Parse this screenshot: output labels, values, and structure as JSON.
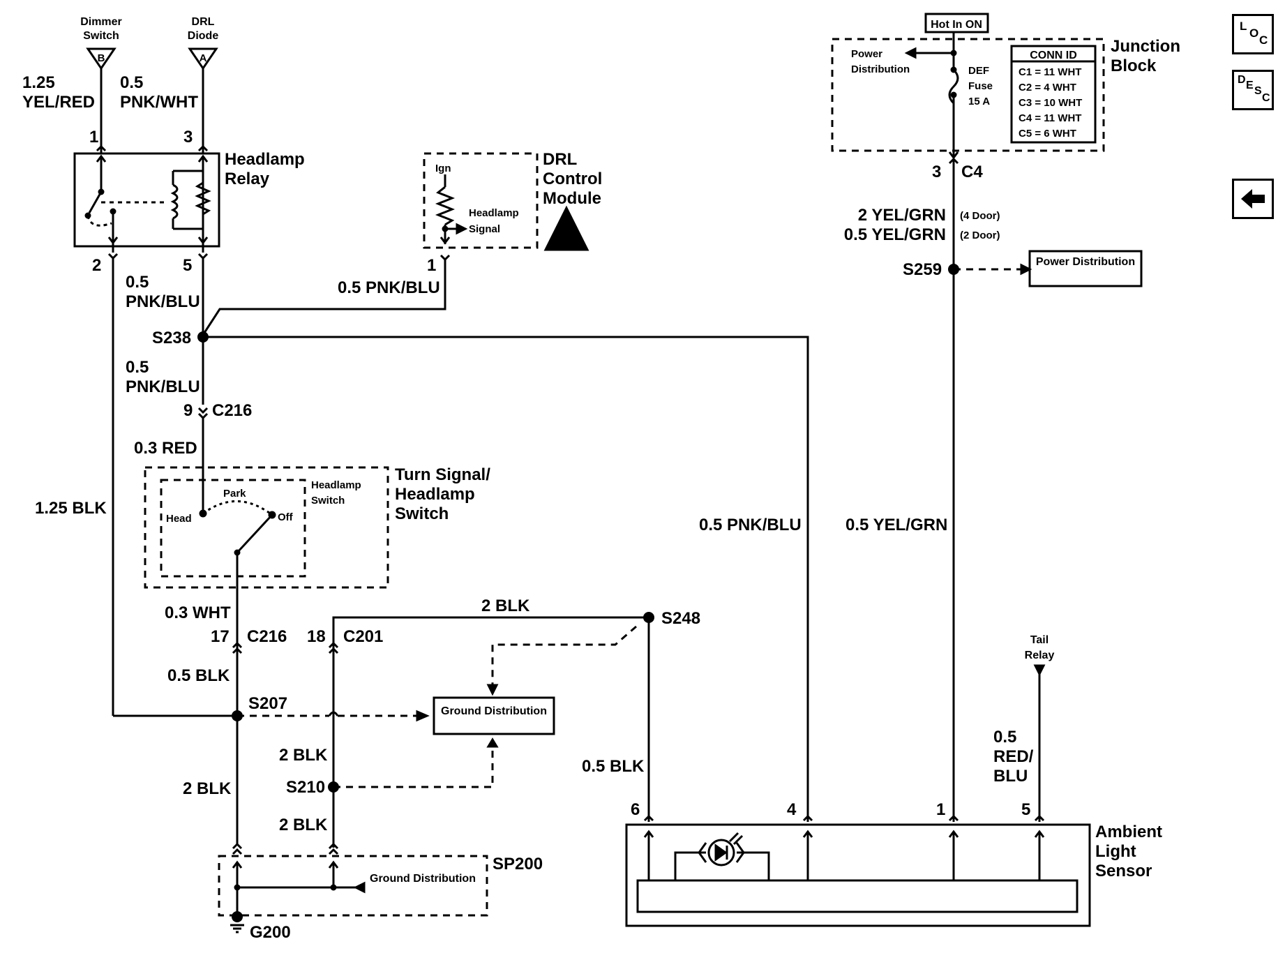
{
  "nav": {
    "loc_l": "L",
    "loc_o": "O",
    "loc_c": "C",
    "desc_d": "D",
    "desc_e": "E",
    "desc_s": "S",
    "desc_c": "C",
    "back_icon": "back-arrow-icon"
  },
  "inputs": {
    "dimmer_switch": "Dimmer Switch",
    "dimmer_pin": "B",
    "drl_diode": "DRL Diode",
    "drl_diode_pin": "A",
    "hot_in_on": "Hot In ON"
  },
  "wires": {
    "w1": "1.25",
    "w1c": "YEL/RED",
    "w2": "0.5",
    "w2c": "PNK/WHT",
    "w3": "0.5",
    "w3c": "PNK/BLU",
    "w4": "0.5 PNK/BLU",
    "w5": "0.5",
    "w5c": "PNK/BLU",
    "w6": "0.3 RED",
    "w7": "1.25 BLK",
    "w8": "0.3 WHT",
    "w9": "0.5 BLK",
    "w10": "2 BLK",
    "w11": "2 BLK",
    "w12": "2 BLK",
    "w13": "2 BLK",
    "w14": "0.5 BLK",
    "w15": "0.5 PNK/BLU",
    "w16": "0.5 YEL/GRN",
    "w17": "2 YEL/GRN",
    "w17n": "(4 Door)",
    "w18": "0.5 YEL/GRN",
    "w18n": "(2 Door)",
    "w19": "0.5",
    "w19a": "RED/",
    "w19b": "BLU"
  },
  "pins": {
    "p1": "1",
    "p3": "3",
    "p2": "2",
    "p5": "5",
    "p_drl1": "1",
    "p9": "9",
    "c216a": "C216",
    "p17": "17",
    "c216b": "C216",
    "p18": "18",
    "c201": "C201",
    "p_c4": "3",
    "c4": "C4",
    "s6": "6",
    "s4": "4",
    "s1": "1",
    "s5": "5"
  },
  "splices": {
    "s238": "S238",
    "s207": "S207",
    "s210": "S210",
    "s248": "S248",
    "s259": "S259",
    "sp200": "SP200",
    "g200": "G200"
  },
  "components": {
    "headlamp_relay_1": "Headlamp",
    "headlamp_relay_2": "Relay",
    "drl_1": "DRL",
    "drl_2": "Control",
    "drl_3": "Module",
    "drl_ign": "Ign",
    "drl_hs1": "Headlamp",
    "drl_hs2": "Signal",
    "ts_1": "Turn Signal/",
    "ts_2": "Headlamp",
    "ts_3": "Switch",
    "hs_1": "Headlamp",
    "hs_2": "Switch",
    "sw_head": "Head",
    "sw_park": "Park",
    "sw_off": "Off",
    "jb_1": "Junction",
    "jb_2": "Block",
    "jb_pd1": "Power",
    "jb_pd2": "Distribution",
    "fuse_1": "DEF",
    "fuse_2": "Fuse",
    "fuse_3": "15 A",
    "als_1": "Ambient",
    "als_2": "Light",
    "als_3": "Sensor",
    "tail_1": "Tail",
    "tail_2": "Relay",
    "ground_dist_1": "Ground Distribution",
    "ground_dist_2": "Ground Distribution",
    "power_dist": "Power Distribution"
  },
  "conn_id": {
    "title": "CONN ID",
    "rows": [
      "C1 = 11 WHT",
      "C2 = 4 WHT",
      "C3 = 10 WHT",
      "C4 = 11 WHT",
      "C5 = 6 WHT"
    ]
  }
}
